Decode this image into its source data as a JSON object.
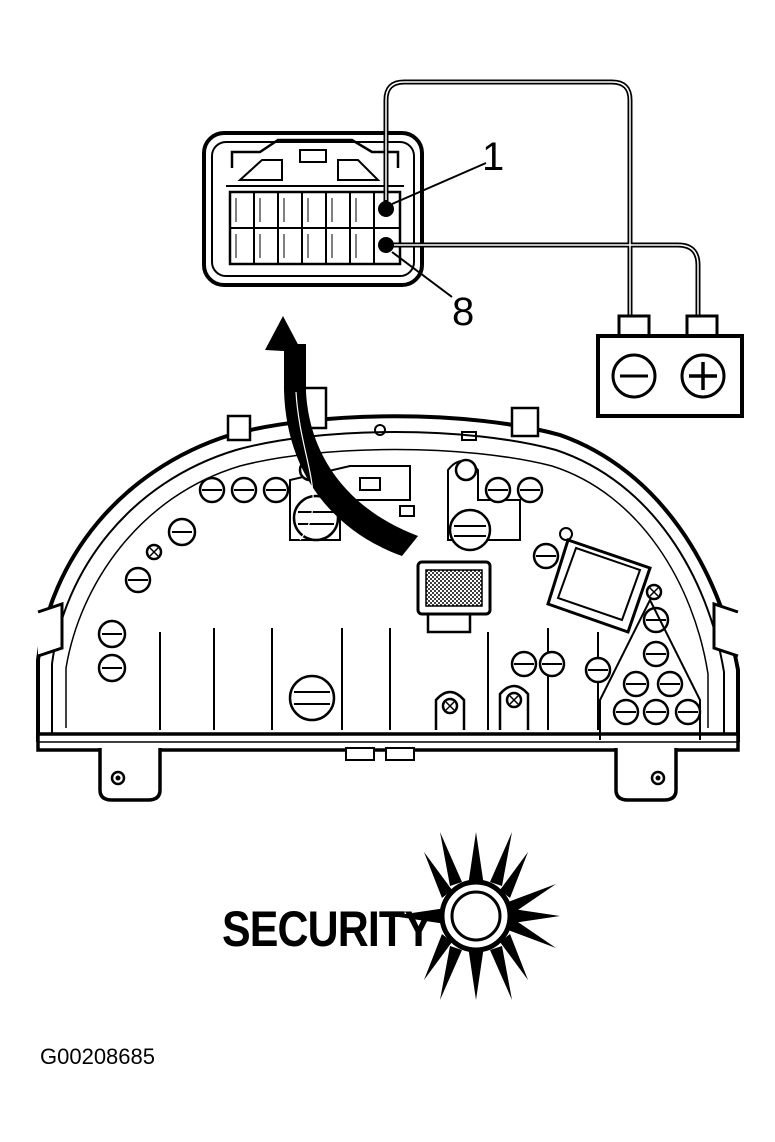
{
  "labels": {
    "pin1": "1",
    "pin8": "8",
    "security": "SECURITY",
    "figure_code": "G00208685"
  },
  "icons": {
    "battery_negative": "minus-icon",
    "battery_positive": "plus-icon",
    "indicator": "security-light-icon"
  },
  "colors": {
    "ink": "#000000",
    "paper": "#ffffff"
  }
}
